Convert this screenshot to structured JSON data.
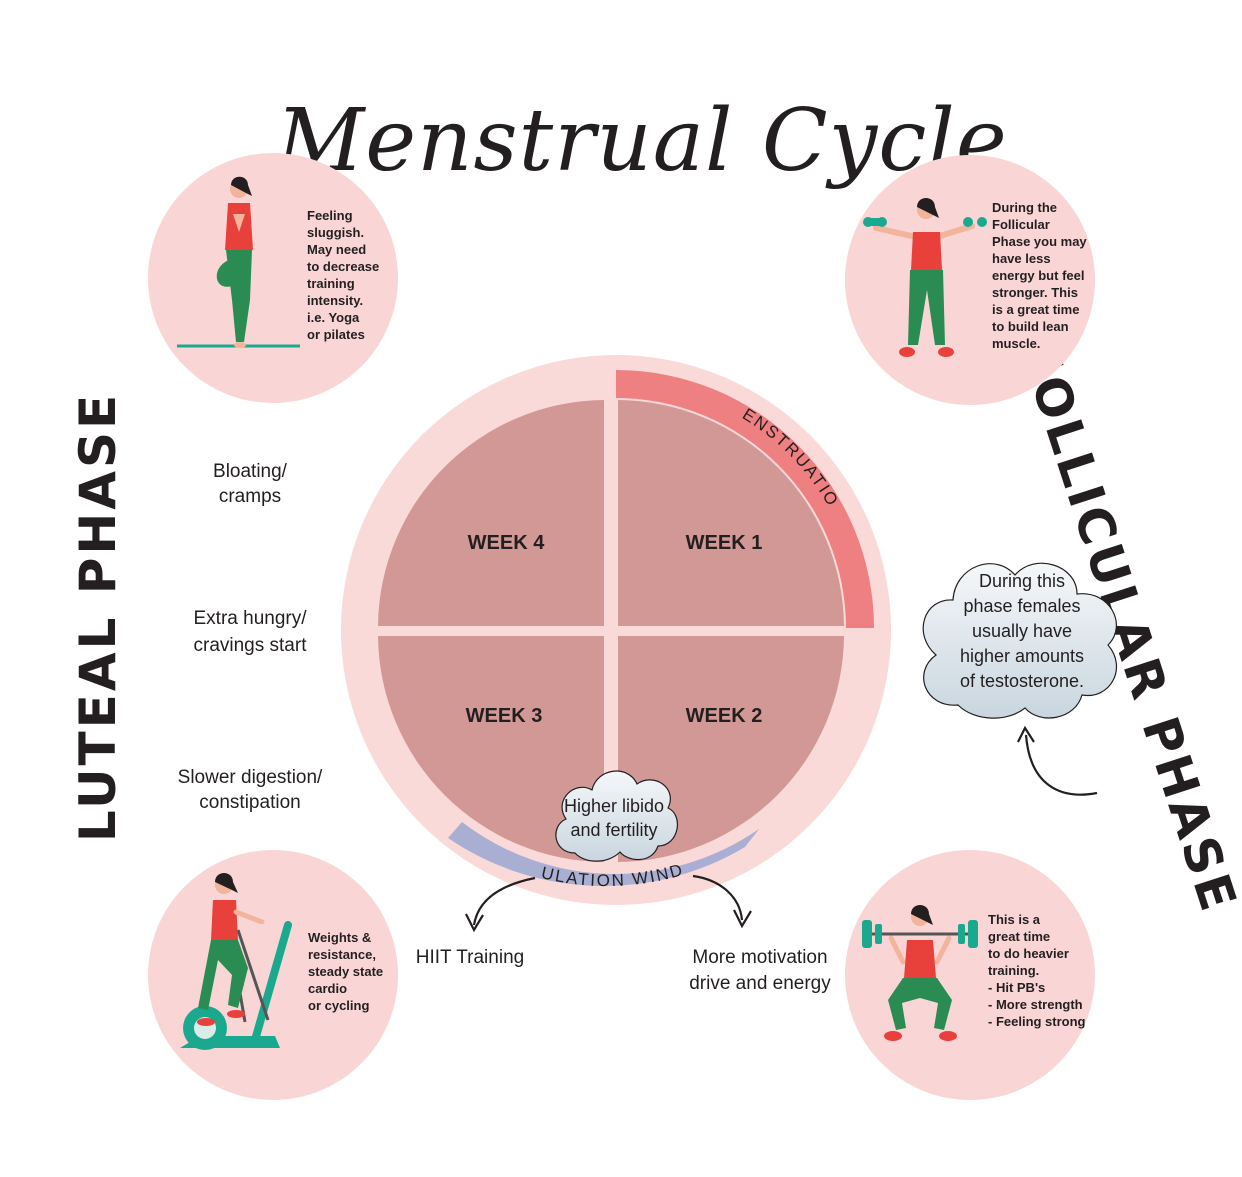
{
  "title": "Menstrual Cycle",
  "phases": {
    "luteal": "LUTEAL PHASE",
    "follicular": "FOLLICULAR PHASE"
  },
  "weeks": {
    "week1": "WEEK 1",
    "week2": "WEEK 2",
    "week3": "WEEK 3",
    "week4": "WEEK 4"
  },
  "bands": {
    "menstruation": "MENSTRUATION",
    "ovulation": "OVULATION WINDOW"
  },
  "luteal_symptoms": {
    "bloating": [
      "Bloating/",
      "cramps"
    ],
    "hungry": [
      "Extra hungry/",
      "cravings start"
    ],
    "digestion": [
      "Slower digestion/",
      "constipation"
    ]
  },
  "ovulation_notes": {
    "hiit": "HIIT Training",
    "motivation": [
      "More motivation",
      "drive and energy"
    ]
  },
  "clouds": {
    "libido": [
      "Higher libido",
      "and fertility"
    ],
    "testosterone": [
      "During this",
      "phase females",
      "usually have",
      "higher amounts",
      "of testosterone."
    ]
  },
  "exercise_circles": {
    "top_left": [
      "Feeling",
      "sluggish.",
      "May need",
      "to decrease",
      "training",
      "intensity.",
      "i.e. Yoga",
      "or pilates"
    ],
    "top_right": [
      "During the",
      "Follicular",
      "Phase you may",
      "have less",
      "energy but feel",
      "stronger. This",
      "is a great time",
      "to build lean",
      "muscle."
    ],
    "bottom_left": [
      "Weights &",
      "resistance,",
      "steady state",
      "cardio",
      "or cycling"
    ],
    "bottom_right": [
      "This is a",
      "great time",
      "to do heavier",
      "training.",
      "- Hit PB's",
      "- More strength",
      "- Feeling strong"
    ]
  },
  "colors": {
    "outer_ring": "#fad9d9",
    "quadrant": "#d29896",
    "menstruation": "#ef8082",
    "ovulation": "#a9aed3",
    "circle_bg": "#f9d6d5",
    "text": "#231f20"
  }
}
